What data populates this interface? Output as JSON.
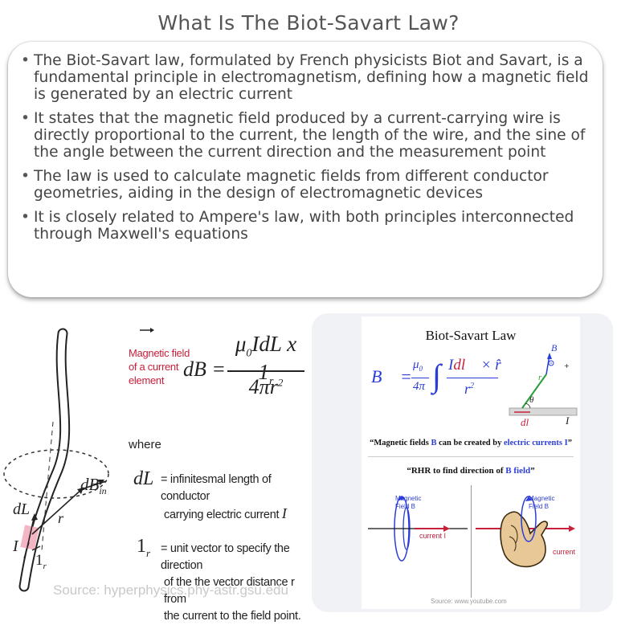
{
  "page_title": "What Is The Biot-Savart Law?",
  "bullets": [
    "The Biot-Savart law, formulated by French physicists Biot and Savart, is a fundamental principle in electromagnetism, defining how a magnetic field is generated by an electric current",
    "It states that the magnetic field produced by a current-carrying wire is directly proportional to the current, the length of the wire, and the sine of the angle between the current direction and the measurement point",
    "The law is used to calculate magnetic fields from different conductor geometries, aiding in the design of electromagnetic devices",
    "It is closely related to Ampere's law, with both principles interconnected through Maxwell's equations"
  ],
  "left_figure": {
    "caption_red": [
      "Magnetic field",
      "of a current",
      "element"
    ],
    "where_label": "where",
    "dL_def": [
      "= infinitesmal length of conductor",
      "carrying electric current"
    ],
    "ir_def": [
      "= unit vector to specify the direction",
      "of the the vector distance r from",
      "the current to the field point."
    ],
    "source": "Source: hyperphysics.phy-astr.gsu.edu",
    "labels": {
      "dB": "dB",
      "dBin": "in",
      "dL": "dL",
      "r": "r",
      "I": "I",
      "one": "1",
      "sub_r": "r"
    }
  },
  "right_figure": {
    "slide_title": "Biot-Savart Law",
    "caption1_parts": [
      "“Magnetic fields ",
      "B",
      " can be created by ",
      "electric currents I",
      "”"
    ],
    "caption2_parts": [
      "“RHR to find direction of ",
      "B field",
      "”"
    ],
    "labels_magnetic": [
      "Magnetic",
      "Field  B"
    ],
    "label_current_I": "current I",
    "label_current": "current",
    "label_dl": "dl",
    "label_I": "I",
    "label_theta": "θ",
    "label_B": "B",
    "label_r": "r",
    "source": "Source: www.youtube.com"
  },
  "colors": {
    "red": "#c8203b",
    "blue": "#2b3dd6",
    "skin": "#e8c896"
  }
}
